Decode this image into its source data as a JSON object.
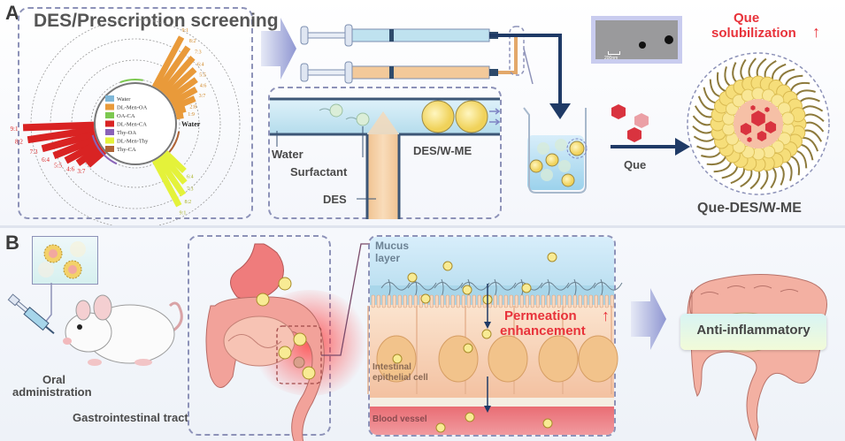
{
  "panel_a": {
    "letter": "A",
    "screening_title": "DES/Prescription screening",
    "radial_chart": {
      "legend": [
        {
          "label": "Water",
          "color": "#7fb8d8"
        },
        {
          "label": "DL-Men-OA",
          "color": "#e99a3a"
        },
        {
          "label": "OA-CA",
          "color": "#7cc850"
        },
        {
          "label": "DL-Men-CA",
          "color": "#d92323"
        },
        {
          "label": "Thy-OA",
          "color": "#8a63b8"
        },
        {
          "label": "DL-Men-Thy",
          "color": "#e4f23a"
        },
        {
          "label": "Thy-CA",
          "color": "#b06436"
        }
      ],
      "inner_label": "Water",
      "red_ratios": [
        "9:1",
        "8:2",
        "7:3",
        "6:4",
        "5:5",
        "4:6",
        "3:7"
      ],
      "orange_ratios": [
        "9:1",
        "8:2",
        "7:3",
        "6:4",
        "5:5",
        "4:6",
        "3:7",
        "2:8",
        "1:9"
      ],
      "yellow_ratios": [
        "9:1",
        "8:2",
        "7:3",
        "6:4"
      ]
    },
    "microfluidic": {
      "water_label": "Water",
      "surfactant_label": "Surfactant",
      "des_label": "DES",
      "product_label": "DES/W-ME"
    },
    "tem_scale": "200nm",
    "que_label": "Que",
    "solubilization": {
      "line1": "Que",
      "line2": "solubilization",
      "arrow": "↑"
    },
    "final_product": "Que-DES/W-ME"
  },
  "panel_b": {
    "letter": "B",
    "oral_label_1": "Oral",
    "oral_label_2": "administration",
    "gi_label": "Gastrointestinal tract",
    "mucus_1": "Mucus",
    "mucus_2": "layer",
    "permeation_1": "Permeation",
    "permeation_2": "enhancement",
    "epithelial_1": "Intestinal",
    "epithelial_2": "epithelial cell",
    "blood_vessel": "Blood vessel",
    "outcome": "Anti-inflammatory"
  },
  "colors": {
    "accent_red": "#e8323a",
    "navy_arrow": "#1f3a66",
    "dash": "#8d92b8",
    "droplet": "#f6e27a"
  }
}
